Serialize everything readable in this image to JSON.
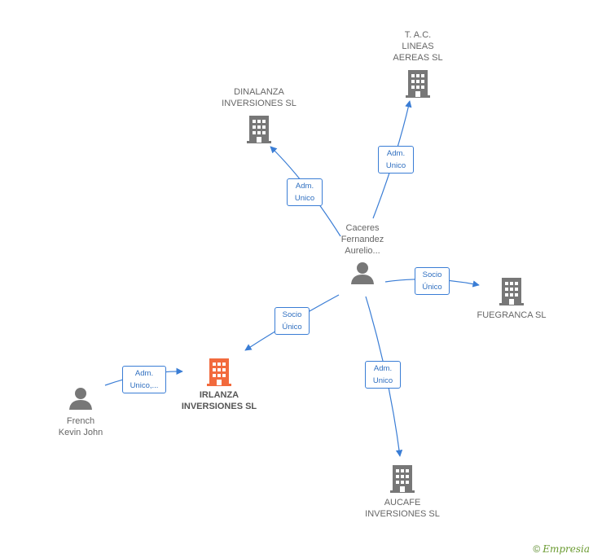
{
  "nodes": {
    "caceres": {
      "label": "Caceres\nFernandez\nAurelio...",
      "kind": "person"
    },
    "tac": {
      "label": "T. A.C.\nLINEAS\nAEREAS  SL",
      "kind": "company"
    },
    "dinalanza": {
      "label": "DINALANZA\nINVERSIONES SL",
      "kind": "company"
    },
    "fuegranca": {
      "label": "FUEGRANCA SL",
      "kind": "company"
    },
    "irlanza": {
      "label": "IRLANZA\nINVERSIONES SL",
      "kind": "company-focus"
    },
    "aucafe": {
      "label": "AUCAFE\nINVERSIONES SL",
      "kind": "company"
    },
    "french": {
      "label": "French\nKevin John",
      "kind": "person"
    }
  },
  "edges": {
    "to_tac": "Adm.\nUnico",
    "to_dinalanza": "Adm.\nUnico",
    "to_fuegranca": "Socio\nÚnico",
    "to_irlanza": "Socio\nÚnico",
    "to_aucafe": "Adm.\nUnico",
    "french_to_irlanza": "Adm.\nUnico,..."
  },
  "colors": {
    "edge": "#3a7dd5",
    "icon": "#777777",
    "focus": "#f26a3d"
  },
  "footer": {
    "copyright": "©",
    "brand": "Empresia"
  }
}
